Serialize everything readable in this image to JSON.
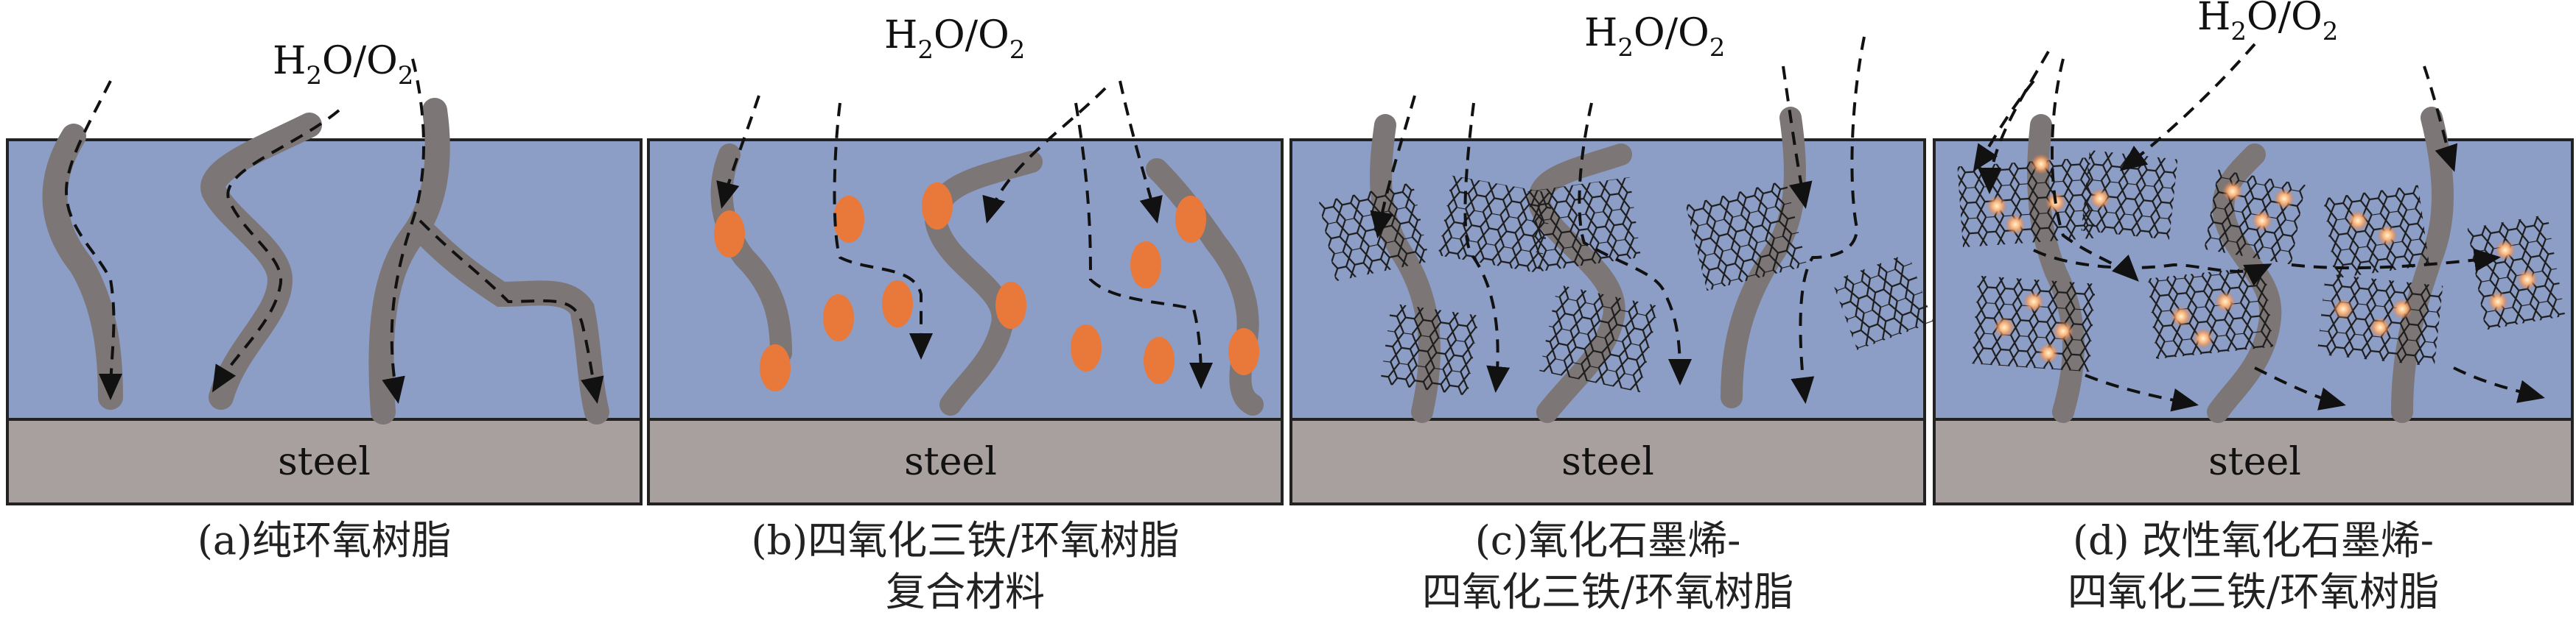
{
  "colors": {
    "coating": "#8c9dc6",
    "steel": "#a8a09e",
    "crack": "#7d7676",
    "particle": "#e8793a",
    "arrow": "#111111",
    "graphene": "#1c1c1c",
    "glow": "#f7c18d"
  },
  "icons": {
    "particle": "orange-ellipse",
    "graphene": "hexagonal-lattice-sheet",
    "modified_particle": "glowing-dot"
  },
  "panels": [
    {
      "id": "a",
      "label": "H2O/O2",
      "label_main": "H",
      "label_sub1": "2",
      "label_mid": "O/O",
      "label_sub2": "2",
      "steel": "steel",
      "caption_line1": "(a)纯环氧树脂",
      "caption_line2": ""
    },
    {
      "id": "b",
      "label": "H2O/O2",
      "label_main": "H",
      "label_sub1": "2",
      "label_mid": "O/O",
      "label_sub2": "2",
      "steel": "steel",
      "caption_line1": "(b)四氧化三铁/环氧树脂",
      "caption_line2": "复合材料"
    },
    {
      "id": "c",
      "label": "H2O/O2",
      "label_main": "H",
      "label_sub1": "2",
      "label_mid": "O/O",
      "label_sub2": "2",
      "steel": "steel",
      "caption_line1": "(c)氧化石墨烯-",
      "caption_line2": "四氧化三铁/环氧树脂"
    },
    {
      "id": "d",
      "label": "H2O/O2",
      "label_main": "H",
      "label_sub1": "2",
      "label_mid": "O/O",
      "label_sub2": "2",
      "steel": "steel",
      "caption_line1": "(d) 改性氧化石墨烯-",
      "caption_line2": "四氧化三铁/环氧树脂"
    }
  ]
}
